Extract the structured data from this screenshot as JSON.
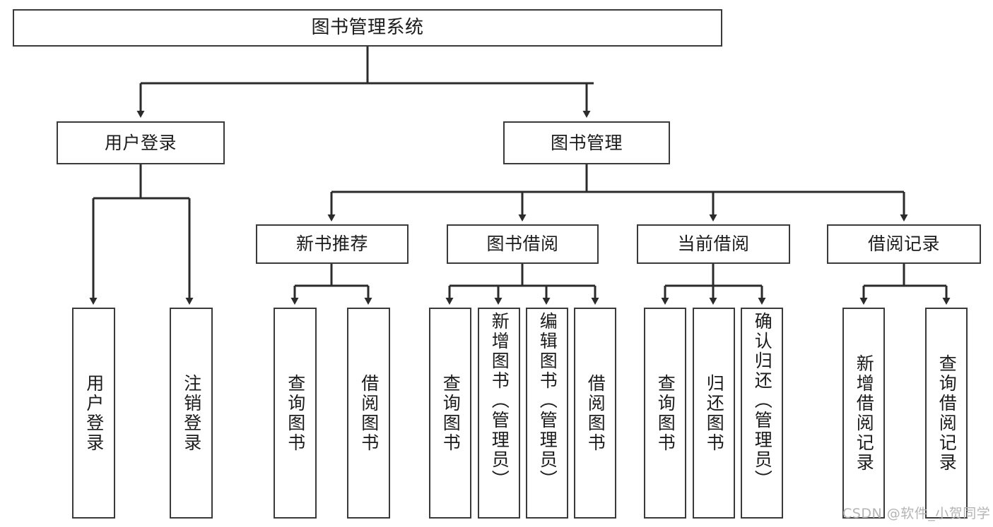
{
  "diagram": {
    "title": "图书管理系统",
    "type": "hierarchy-tree",
    "watermark": "CSDN @软件_小贺同学",
    "colors": {
      "background": "#ffffff",
      "box_border": "#3a3a3a",
      "box_fill": "#ffffff",
      "text": "#1b1b1b",
      "connector": "#2b2b2b",
      "watermark": "#b4b4b4"
    },
    "levels": {
      "root": {
        "label": "图书管理系统"
      },
      "level2": [
        {
          "label": "用户登录"
        },
        {
          "label": "图书管理"
        }
      ],
      "level3": [
        {
          "label": "新书推荐"
        },
        {
          "label": "图书借阅"
        },
        {
          "label": "当前借阅"
        },
        {
          "label": "借阅记录"
        }
      ],
      "leaves": {
        "user_login": [
          {
            "label": "用户登录"
          },
          {
            "label": "注销登录"
          }
        ],
        "new_book_recommend": [
          {
            "label": "查询图书"
          },
          {
            "label": "借阅图书"
          }
        ],
        "book_borrow": [
          {
            "label": "查询图书"
          },
          {
            "label": "新增图书（管理员）"
          },
          {
            "label": "编辑图书（管理员）"
          },
          {
            "label": "借阅图书"
          }
        ],
        "current_borrow": [
          {
            "label": "查询图书"
          },
          {
            "label": "归还图书"
          },
          {
            "label": "确认归还（管理员）"
          }
        ],
        "borrow_record": [
          {
            "label": "新增借阅记录"
          },
          {
            "label": "查询借阅记录"
          }
        ]
      }
    }
  }
}
